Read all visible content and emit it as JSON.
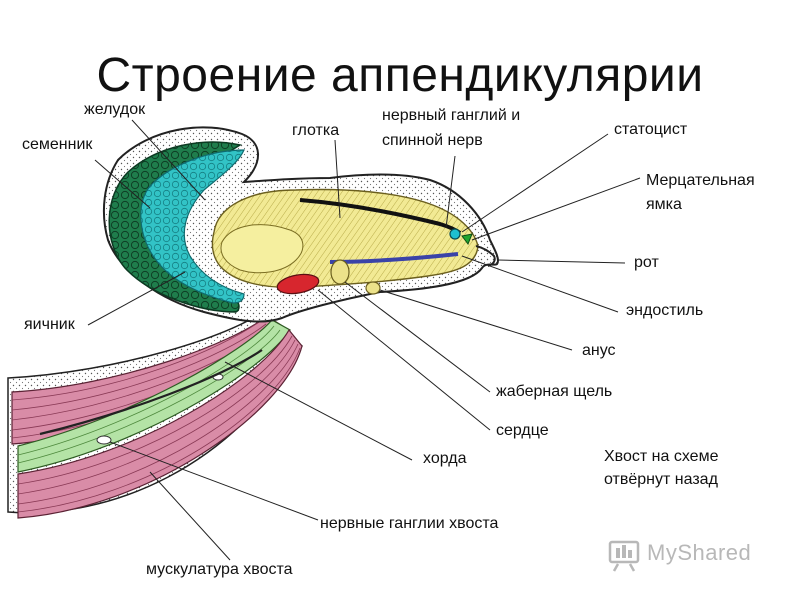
{
  "title": "Строение аппендикулярии",
  "labels": {
    "zheludok": "желудок",
    "semennik": "семенник",
    "yaichnik": "яичник",
    "glotka": "глотка",
    "ganglion_line1": "нервный ганглий и",
    "ganglion_line2": "спинной нерв",
    "statotsist": "статоцист",
    "yamka_line1": "Мерцательная",
    "yamka_line2": "ямка",
    "rot": "рот",
    "endostil": "эндостиль",
    "anus": "анус",
    "shchel": "жаберная щель",
    "serdtse": "сердце",
    "horda": "хорда",
    "gangli_khvosta": "нервные ганглии хвоста",
    "muskulatura": "мускулатура хвоста"
  },
  "note": {
    "line1": "Хвост на схеме",
    "line2": "отвёрнут назад"
  },
  "watermark": "MyShared",
  "colors": {
    "stomach": "#2fbfc0",
    "testis": "#1f7d4c",
    "pharynx": "#f2ea94",
    "muscle": "#d98ca7",
    "notochord": "#b4e3a6",
    "heart": "#d7262e",
    "endostyle": "#3a43a8",
    "statocyst": "#1ec0d0",
    "pit": "#21a52f"
  },
  "icons": [
    "mobile-presentation-icon"
  ]
}
